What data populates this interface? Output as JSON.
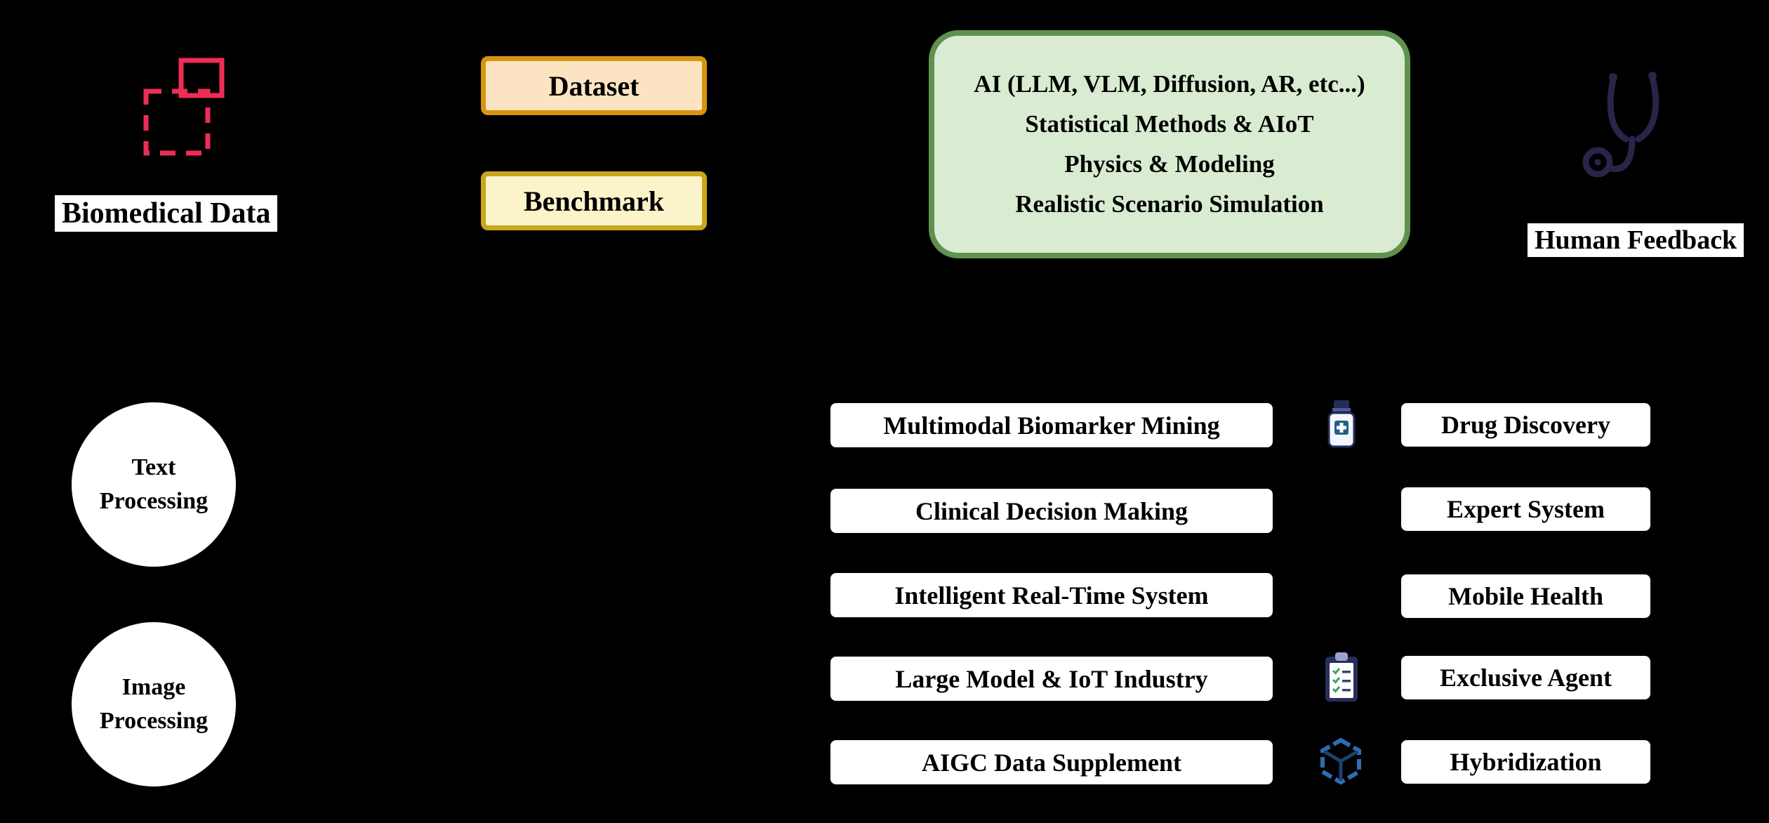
{
  "biomedical": {
    "label": "Biomedical Data"
  },
  "pipeline": {
    "dataset_label": "Dataset",
    "benchmark_label": "Benchmark"
  },
  "ai_box": {
    "line1": "AI (LLM, VLM, Diffusion, AR, etc...)",
    "line2": "Statistical Methods & AIoT",
    "line3": "Physics & Modeling",
    "line4": "Realistic Scenario Simulation"
  },
  "human_feedback": {
    "label": "Human Feedback"
  },
  "processing": {
    "text": {
      "line1": "Text",
      "line2": "Processing"
    },
    "image": {
      "line1": "Image",
      "line2": "Processing"
    }
  },
  "applications": {
    "left": [
      "Multimodal Biomarker Mining",
      "Clinical Decision Making",
      "Intelligent Real-Time System",
      "Large Model & IoT Industry",
      "AIGC Data Supplement"
    ],
    "right": [
      "Drug Discovery",
      "Expert System",
      "Mobile Health",
      "Exclusive Agent",
      "Hybridization"
    ]
  },
  "icons": {
    "biomedical_scan": "scan-frame-icon",
    "stethoscope": "stethoscope-icon",
    "medicine_bottle": "medicine-bottle-icon",
    "clipboard": "clipboard-checklist-icon",
    "cube": "blockchain-cube-icon"
  },
  "colors": {
    "background": "#000000",
    "accent_pink": "#ee2d56",
    "dataset_fill": "#fce4c2",
    "dataset_border": "#d6950e",
    "benchmark_fill": "#fbf3c9",
    "benchmark_border": "#c9a61c",
    "ai_fill": "#d9ecd2",
    "ai_border": "#60914f",
    "pill_fill": "#ffffff",
    "icon_navy": "#242c58",
    "icon_blue": "#2e6db4",
    "icon_green": "#37a35f",
    "stethoscope_indigo": "#2a2448"
  }
}
